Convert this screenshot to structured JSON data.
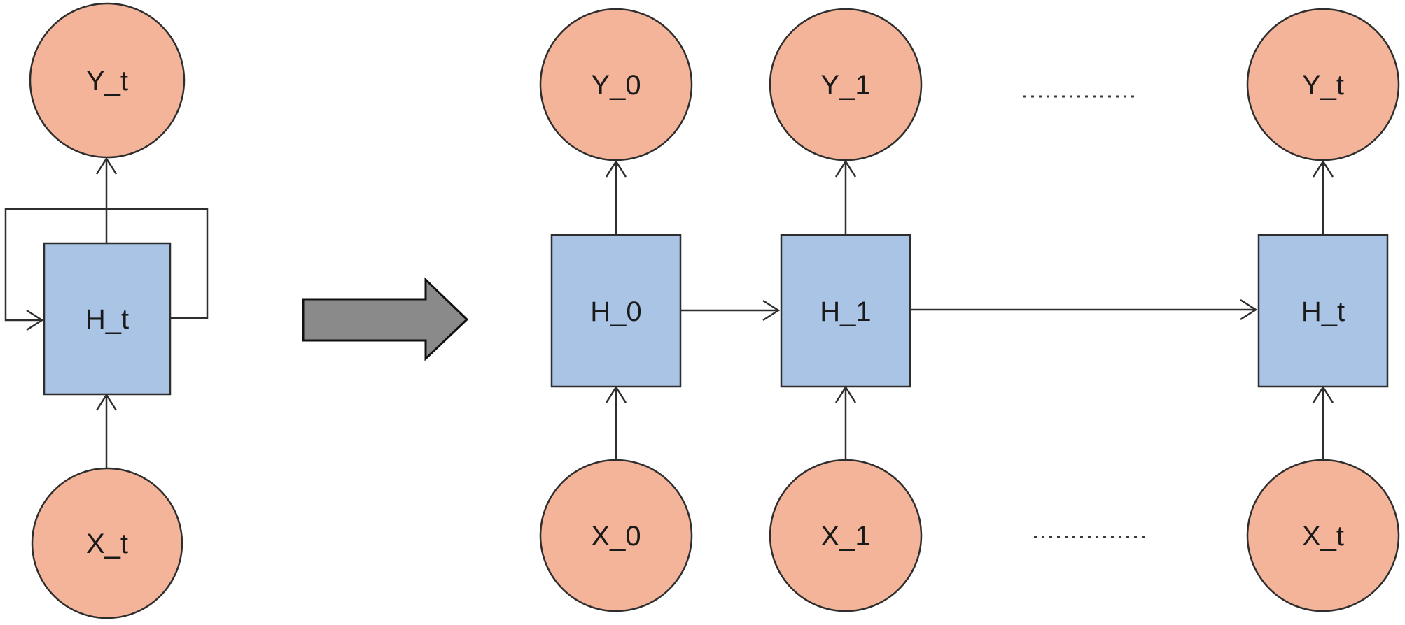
{
  "diagram": {
    "kind": "rnn-unrolling",
    "colors": {
      "background": "#ffffff",
      "io_node_fill": "#F4B49A",
      "hidden_node_fill": "#AAC4E6",
      "outline": "#2e2e2e",
      "transform_arrow_fill": "#8A8A8A"
    },
    "rolled": {
      "output_label": "Y_t",
      "hidden_label": "H_t",
      "input_label": "X_t"
    },
    "unrolled": {
      "columns": [
        {
          "output_label": "Y_0",
          "hidden_label": "H_0",
          "input_label": "X_0"
        },
        {
          "output_label": "Y_1",
          "hidden_label": "H_1",
          "input_label": "X_1"
        },
        {
          "output_label": "Y_t",
          "hidden_label": "H_t",
          "input_label": "X_t"
        }
      ]
    }
  }
}
